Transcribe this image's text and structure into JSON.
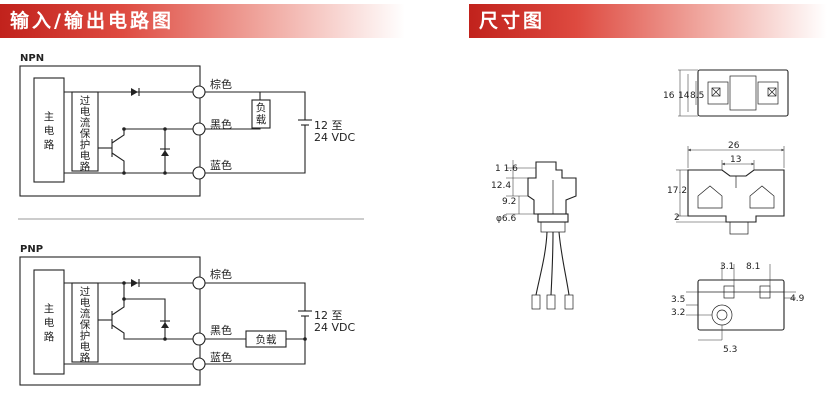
{
  "headers": {
    "io_circuit": "输入/输出电路图",
    "dimensions": "尺寸图"
  },
  "npn": {
    "title": "NPN",
    "main_circuit": [
      "主",
      "电",
      "路"
    ],
    "protection_circuit": [
      "过",
      "电",
      "流",
      "保",
      "护",
      "电",
      "路"
    ],
    "wire_brown": "棕色",
    "wire_black": "黑色",
    "wire_blue": "蓝色",
    "load": [
      "负",
      "载"
    ],
    "supply_line1": "12 至",
    "supply_line2": "24 VDC"
  },
  "pnp": {
    "title": "PNP",
    "main_circuit": [
      "主",
      "电",
      "路"
    ],
    "protection_circuit": [
      "过",
      "电",
      "流",
      "保",
      "护",
      "电",
      "路"
    ],
    "wire_brown": "棕色",
    "wire_black": "黑色",
    "wire_blue": "蓝色",
    "load": "负载",
    "supply_line1": "12 至",
    "supply_line2": "24 VDC"
  },
  "dims": {
    "side": {
      "d1": "1 1.6",
      "d2": "12.4",
      "d3": "9.2",
      "d4": "φ6.6"
    },
    "top": {
      "d1": "16",
      "d2": "14",
      "d3": "8.5"
    },
    "front": {
      "d1": "26",
      "d2": "13",
      "d3": "17.2",
      "d4": "2"
    },
    "bottom": {
      "d1": "3.1",
      "d2": "8.1",
      "d3": "3.5",
      "d4": "3.2",
      "d5": "4.9",
      "d6": "5.3"
    }
  },
  "colors": {
    "banner": "#c1221c",
    "line": "#222222"
  }
}
